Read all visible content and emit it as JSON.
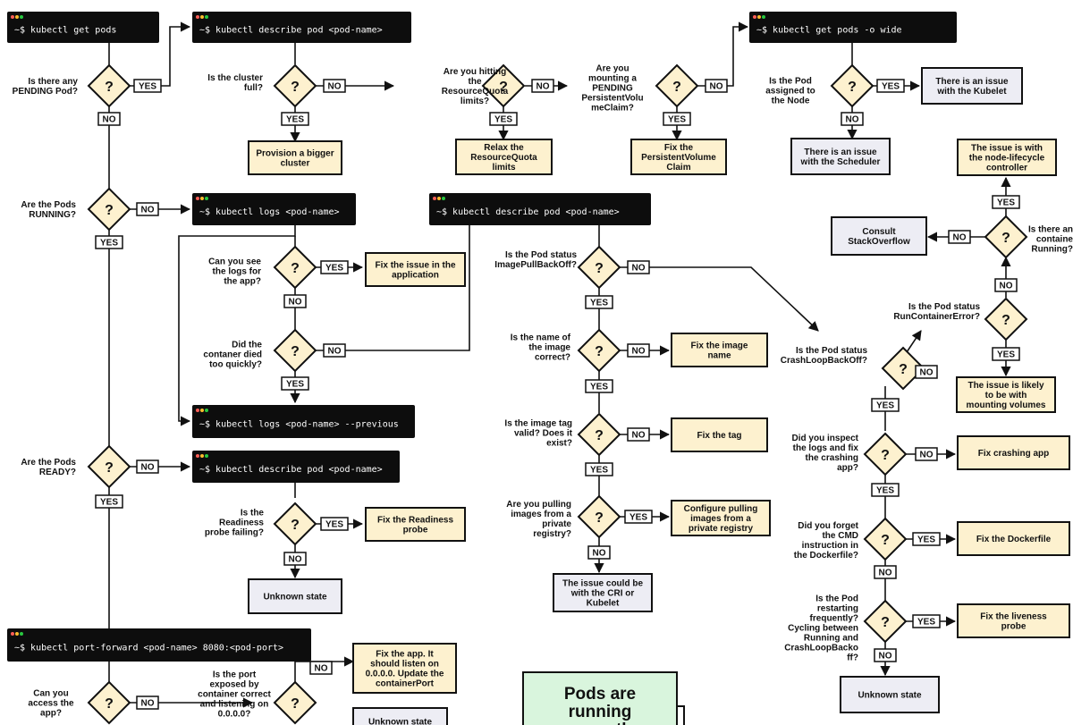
{
  "colors": {
    "terminal_bg": "#0d0d0d",
    "terminal_text": "#ffffff",
    "dot_red": "#ff5f57",
    "dot_yellow": "#febc2e",
    "dot_green": "#28c840",
    "decision_fill": "#fdf1cf",
    "action_fill": "#fdf1cf",
    "issue_fill": "#ededf4",
    "final_fill": "#d9f5dd",
    "line": "#111111"
  },
  "labels": {
    "yes": "YES",
    "no": "NO",
    "q": "?"
  },
  "terminals": [
    {
      "id": "get-pods",
      "text": "~$ kubectl get pods"
    },
    {
      "id": "describe-pod-1",
      "text": "~$ kubectl describe pod <pod-name>"
    },
    {
      "id": "get-pods-wide",
      "text": "~$ kubectl get pods -o wide"
    },
    {
      "id": "logs",
      "text": "~$ kubectl logs <pod-name>"
    },
    {
      "id": "describe-pod-2",
      "text": "~$ kubectl describe pod <pod-name>"
    },
    {
      "id": "logs-previous",
      "text": "~$ kubectl logs <pod-name> --previous"
    },
    {
      "id": "describe-pod-3",
      "text": "~$ kubectl describe pod <pod-name>"
    },
    {
      "id": "port-forward",
      "text": "~$ kubectl port-forward <pod-name> 8080:<pod-port>"
    }
  ],
  "questions": [
    {
      "id": "pending",
      "lines": [
        "Is there any",
        "PENDING Pod?"
      ]
    },
    {
      "id": "cluster-full",
      "lines": [
        "Is the cluster",
        "full?"
      ]
    },
    {
      "id": "quota",
      "lines": [
        "Are you hitting",
        "the",
        "ResourceQuota",
        "limits?"
      ]
    },
    {
      "id": "pvc",
      "lines": [
        "Are you",
        "mounting a",
        "PENDING",
        "PersistentVolu",
        "meClaim?"
      ]
    },
    {
      "id": "assigned",
      "lines": [
        "Is the Pod",
        "assigned to",
        "the Node"
      ]
    },
    {
      "id": "running",
      "lines": [
        "Are the Pods",
        "RUNNING?"
      ]
    },
    {
      "id": "see-logs",
      "lines": [
        "Can you see",
        "the logs for",
        "the app?"
      ]
    },
    {
      "id": "died-quickly",
      "lines": [
        "Did the",
        "contaner died",
        "too quickly?"
      ]
    },
    {
      "id": "imagepull",
      "lines": [
        "Is the Pod status",
        "ImagePullBackOff?"
      ]
    },
    {
      "id": "image-name",
      "lines": [
        "Is the name of",
        "the image",
        "correct?"
      ]
    },
    {
      "id": "image-tag",
      "lines": [
        "Is the image tag",
        "valid? Does it",
        "exist?"
      ]
    },
    {
      "id": "private-registry",
      "lines": [
        "Are you pulling",
        "images from a",
        "private",
        "registry?"
      ]
    },
    {
      "id": "ready",
      "lines": [
        "Are the Pods",
        "READY?"
      ]
    },
    {
      "id": "readiness",
      "lines": [
        "Is the",
        "Readiness",
        "probe failing?"
      ]
    },
    {
      "id": "crashloop",
      "lines": [
        "Is the Pod status",
        "CrashLoopBackOff?"
      ]
    },
    {
      "id": "runcontainer",
      "lines": [
        "Is the Pod status",
        "RunContainerError?"
      ]
    },
    {
      "id": "running-containers",
      "lines": [
        "Is there an",
        "containe",
        "Running?"
      ]
    },
    {
      "id": "inspect-logs",
      "lines": [
        "Did you inspect",
        "the logs and fix",
        "the crashing",
        "app?"
      ]
    },
    {
      "id": "cmd",
      "lines": [
        "Did you forget",
        "the CMD",
        "instruction in",
        "the Dockerfile?"
      ]
    },
    {
      "id": "restarting",
      "lines": [
        "Is the Pod",
        "restarting",
        "frequently?",
        "Cycling between",
        "Running and",
        "CrashLoopBacko",
        "ff?"
      ]
    },
    {
      "id": "access-app",
      "lines": [
        "Can you",
        "access the",
        "app?"
      ]
    },
    {
      "id": "port-exposed",
      "lines": [
        "Is the port",
        "exposed by",
        "container correct",
        "and listening on",
        "0.0.0.0?"
      ]
    }
  ],
  "outcomes": [
    {
      "id": "bigger-cluster",
      "lines": [
        "Provision a bigger",
        "cluster"
      ]
    },
    {
      "id": "relax-quota",
      "lines": [
        "Relax the",
        "ResourceQuota",
        "limits"
      ]
    },
    {
      "id": "fix-pvc",
      "lines": [
        "Fix the",
        "PersistentVolume",
        "Claim"
      ]
    },
    {
      "id": "kubelet-issue",
      "lines": [
        "There is an issue",
        "with the Kubelet"
      ]
    },
    {
      "id": "scheduler-issue",
      "lines": [
        "There is an issue",
        "with the Scheduler"
      ]
    },
    {
      "id": "node-lifecycle",
      "lines": [
        "The issue is with",
        "the node-lifecycle",
        "controller"
      ]
    },
    {
      "id": "stackoverflow",
      "lines": [
        "Consult",
        "StackOverflow"
      ]
    },
    {
      "id": "fix-app",
      "lines": [
        "Fix the issue in the",
        "application"
      ]
    },
    {
      "id": "fix-image-name",
      "lines": [
        "Fix the image",
        "name"
      ]
    },
    {
      "id": "fix-tag",
      "lines": [
        "Fix the tag"
      ]
    },
    {
      "id": "configure-pulling",
      "lines": [
        "Configure pulling",
        "images from a",
        "private registry"
      ]
    },
    {
      "id": "cri-kubelet",
      "lines": [
        "The issue could be",
        "with the CRI or",
        "Kubelet"
      ]
    },
    {
      "id": "fix-readiness",
      "lines": [
        "Fix the Readiness",
        "probe"
      ]
    },
    {
      "id": "unknown-1",
      "lines": [
        "Unknown state"
      ]
    },
    {
      "id": "mounting-volumes",
      "lines": [
        "The issue is likely",
        "to be with",
        "mounting volumes"
      ]
    },
    {
      "id": "fix-crashing",
      "lines": [
        "Fix crashing app"
      ]
    },
    {
      "id": "fix-dockerfile",
      "lines": [
        "Fix the Dockerfile"
      ]
    },
    {
      "id": "fix-liveness",
      "lines": [
        "Fix the liveness",
        "probe"
      ]
    },
    {
      "id": "unknown-2",
      "lines": [
        "Unknown state"
      ]
    },
    {
      "id": "fix-listen",
      "lines": [
        "Fix the app. It",
        "should listen on",
        "0.0.0.0. Update the",
        "containerPort"
      ]
    },
    {
      "id": "unknown-3",
      "lines": [
        "Unknown state"
      ]
    }
  ],
  "final": {
    "lines": [
      "Pods are",
      "running",
      "correctly"
    ]
  }
}
